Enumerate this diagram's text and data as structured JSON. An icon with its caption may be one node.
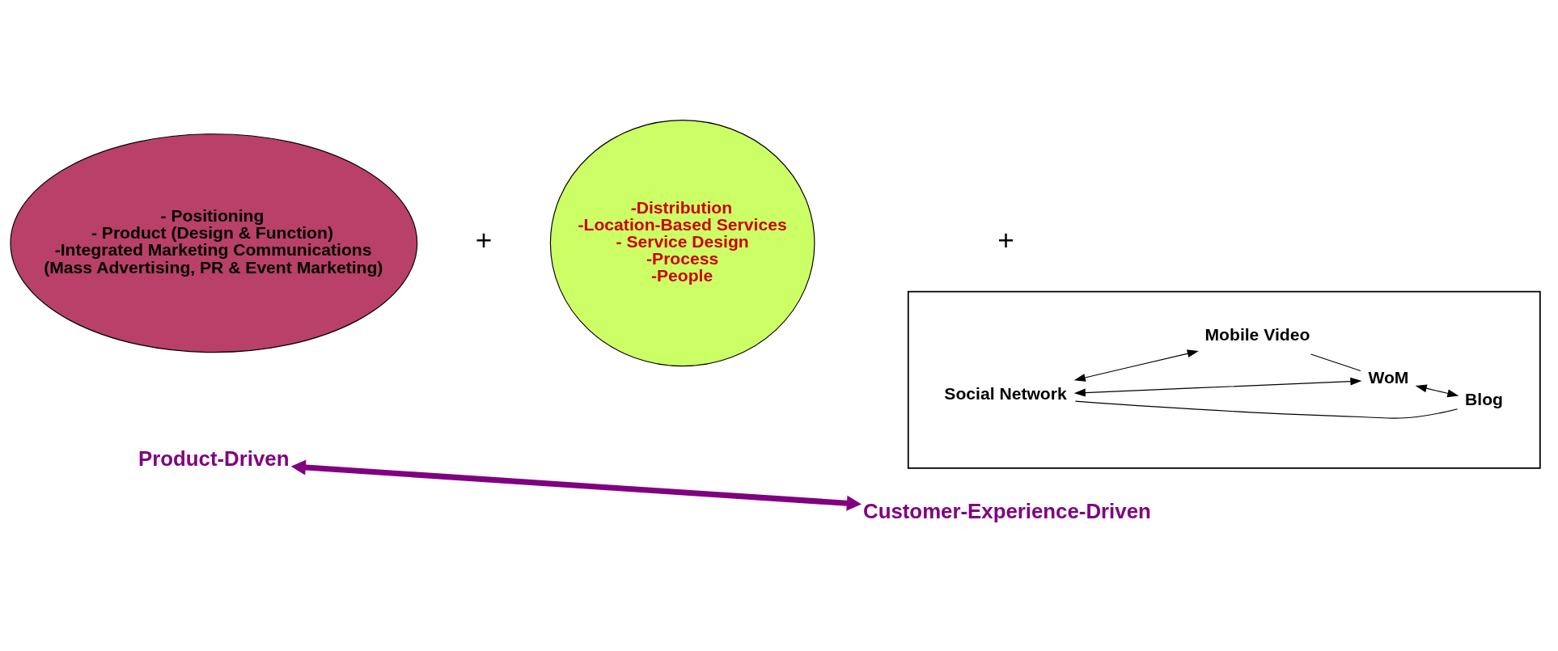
{
  "diagram": {
    "nodes": [
      {
        "text": [
          "- Positioning",
          "- Product (Design & Function)",
          "-Integrated Marketing Communications",
          "(Mass Advertising, PR & Event Marketing)"
        ]
      },
      {
        "text": [
          "-Distribution",
          "-Location-Based Services",
          "- Service Design",
          "-Process",
          "-People"
        ]
      },
      {
        "text": [],
        "shape": "trapezoid"
      },
      {
        "text": [
          "Social Network"
        ],
        "in": 2
      },
      {
        "text": [
          "Mobile Video"
        ],
        "in": 2
      },
      {
        "text": [
          "WoM"
        ],
        "in": 2
      },
      {
        "text": [
          "Blog"
        ],
        "in": 2
      },
      {
        "text": [
          "Product-Driven"
        ]
      },
      {
        "text": [
          "Customer-Experience-Driven"
        ]
      }
    ],
    "edges": [
      {
        "from": 3,
        "to": 4,
        "arrow": "both"
      },
      {
        "from": 3,
        "to": 5,
        "arrow": "both"
      },
      {
        "from": 4,
        "to": 5,
        "arrow": "none"
      },
      {
        "from": 3,
        "to": 6,
        "arrow": "none"
      },
      {
        "from": 5,
        "to": 6,
        "arrow": "both"
      },
      {
        "from": 7,
        "to": 8,
        "arrow": "both",
        "style": "thick",
        "color": "#800080"
      }
    ],
    "labels": [
      "+",
      "+"
    ]
  }
}
